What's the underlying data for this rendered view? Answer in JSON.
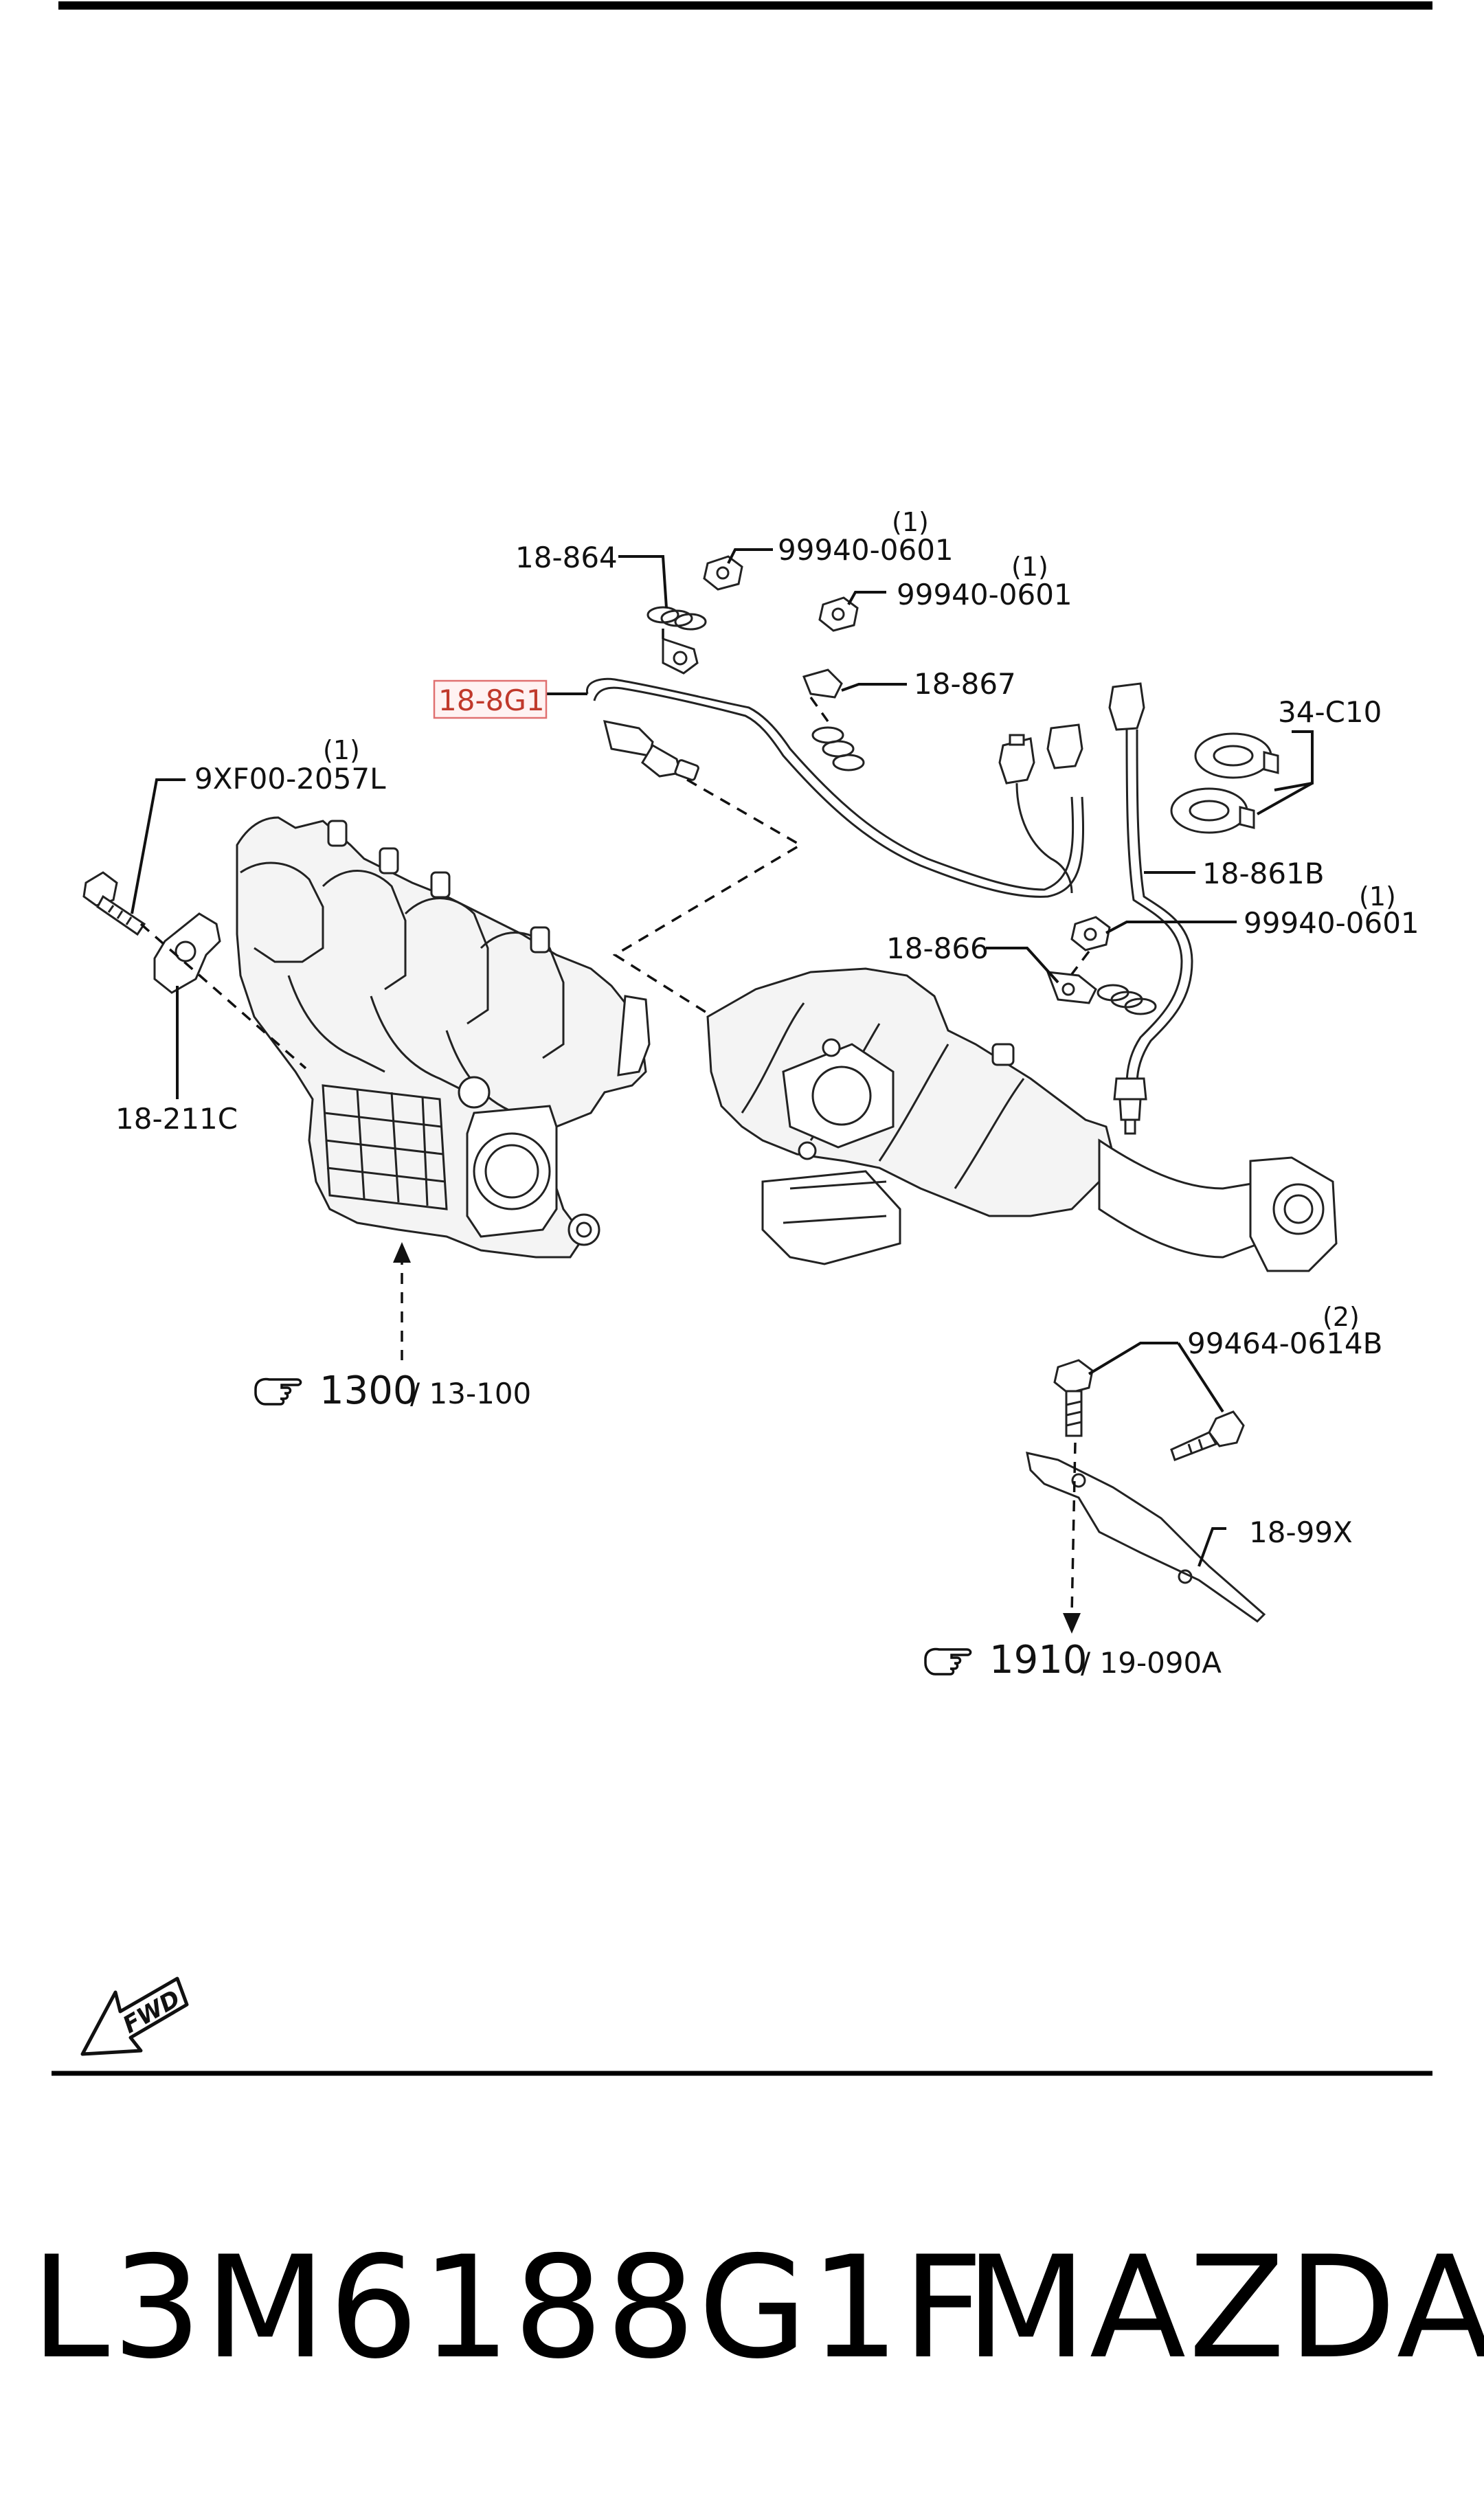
{
  "diagram": {
    "callouts": {
      "c_18_864": "18-864",
      "c_99940_a": "99940-0601",
      "c_99940_a_qty": "(1)",
      "c_99940_b": "99940-0601",
      "c_99940_b_qty": "(1)",
      "c_18_867": "18-867",
      "c_18_8g1": "18-8G1",
      "c_34_c10": "34-C10",
      "c_9xf00": "9XF00-2057L",
      "c_9xf00_qty": "(1)",
      "c_18_861b": "18-861B",
      "c_99940_c": "99940-0601",
      "c_99940_c_qty": "(1)",
      "c_18_866": "18-866",
      "c_18_211c": "18-211C",
      "c_99464": "99464-0614B",
      "c_99464_qty": "(2)",
      "c_18_99x": "18-99X"
    },
    "refs": {
      "r1300_big": "1300",
      "r1300_small": "/ 13-100",
      "r1910_big": "1910",
      "r1910_small": "/ 19-090A"
    },
    "fwd": "FWD",
    "highlight_color": "#e07070"
  },
  "footer": {
    "part_number": "L3M6188G1F",
    "brand": "MAZDA"
  }
}
